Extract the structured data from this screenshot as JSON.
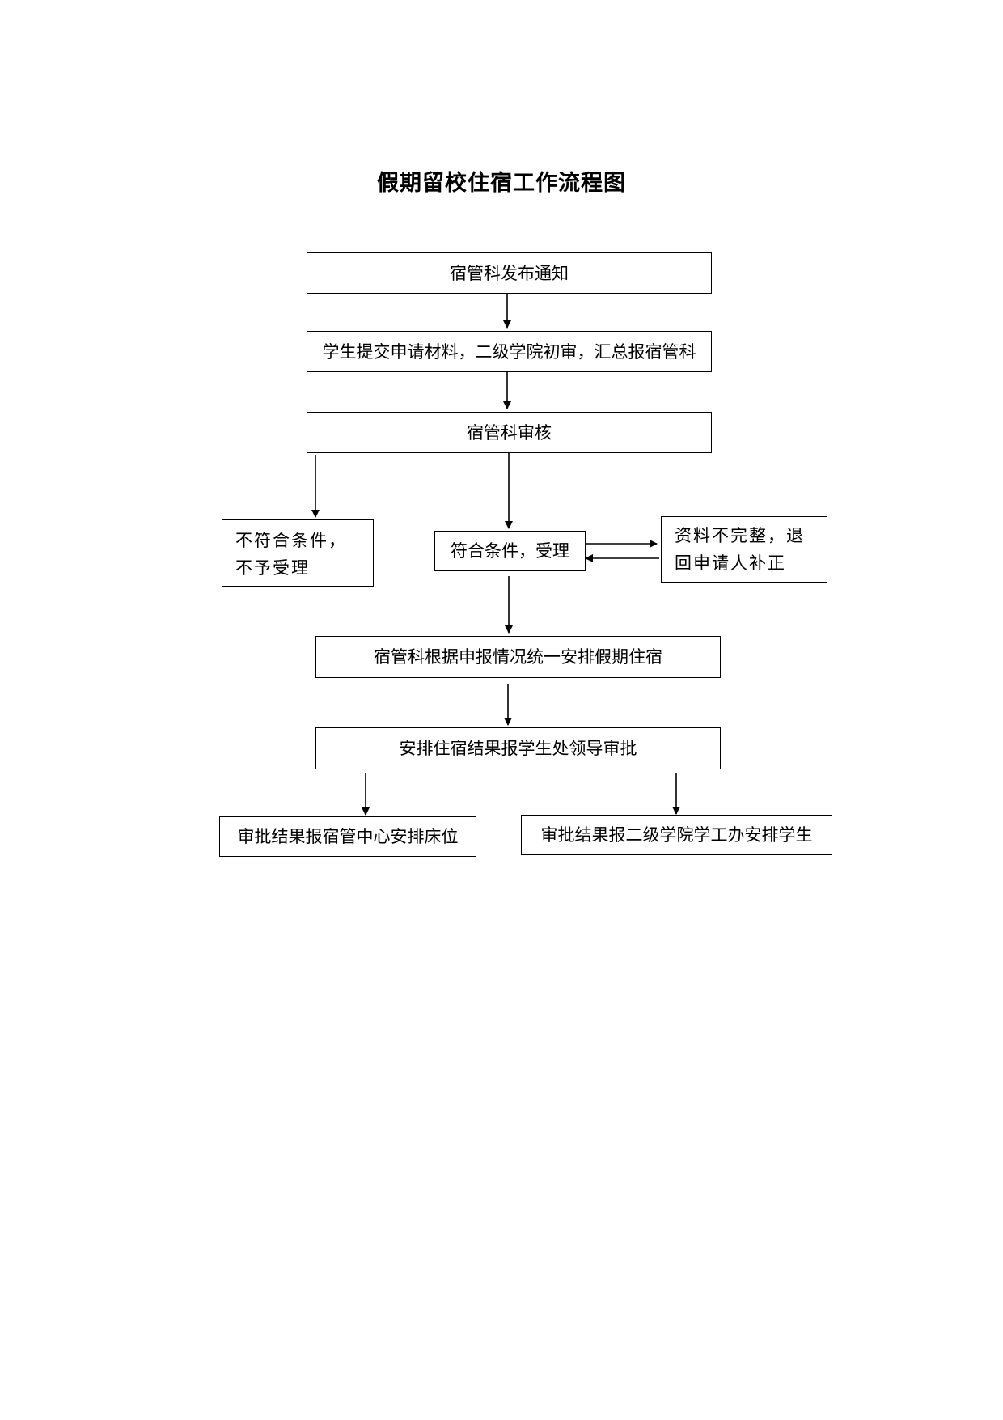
{
  "title": "假期留校住宿工作流程图",
  "steps": {
    "notice": "宿管科发布通知",
    "submit": "学生提交申请材料，二级学院初审，汇总报宿管科",
    "review": "宿管科审核",
    "reject": "不符合条件，不予受理",
    "accept": "符合条件，受理",
    "incomplete": "资料不完整，退回申请人补正",
    "arrange": "宿管科根据申报情况统一安排假期住宿",
    "approval": "安排住宿结果报学生处领导审批",
    "bed": "审批结果报宿管中心安排床位",
    "college": "审批结果报二级学院学工办安排学生"
  }
}
